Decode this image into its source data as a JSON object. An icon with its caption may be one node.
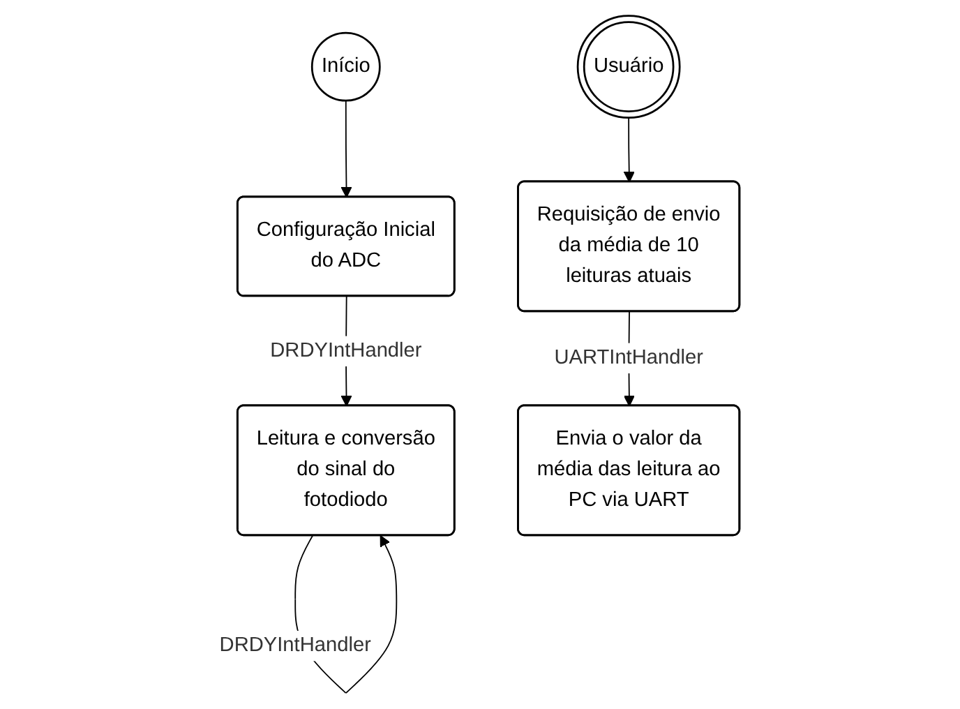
{
  "diagram": {
    "nodes": [
      {
        "text": [
          "Início"
        ]
      },
      {
        "text": [
          "Configuração Inicial do ADC"
        ]
      },
      {
        "text": [
          "Leitura e conversão do sinal do fotodiodo"
        ]
      },
      {
        "text": [
          "Usuário"
        ]
      },
      {
        "text": [
          "Requisição de envio da média de 10 leituras atuais"
        ]
      },
      {
        "text": [
          "Envia o valor da média das leitura ao PC via UART"
        ]
      }
    ],
    "edges": [
      {
        "from": 0,
        "to": 1,
        "arrow": "to"
      },
      {
        "from": 1,
        "to": 2,
        "arrow": "to",
        "label": "DRDYIntHandler"
      },
      {
        "from": 2,
        "to": 2,
        "arrow": "to",
        "label": "DRDYIntHandler"
      },
      {
        "from": 3,
        "to": 4,
        "arrow": "to"
      },
      {
        "from": 4,
        "to": 5,
        "arrow": "to",
        "label": "UARTIntHandler"
      }
    ]
  }
}
